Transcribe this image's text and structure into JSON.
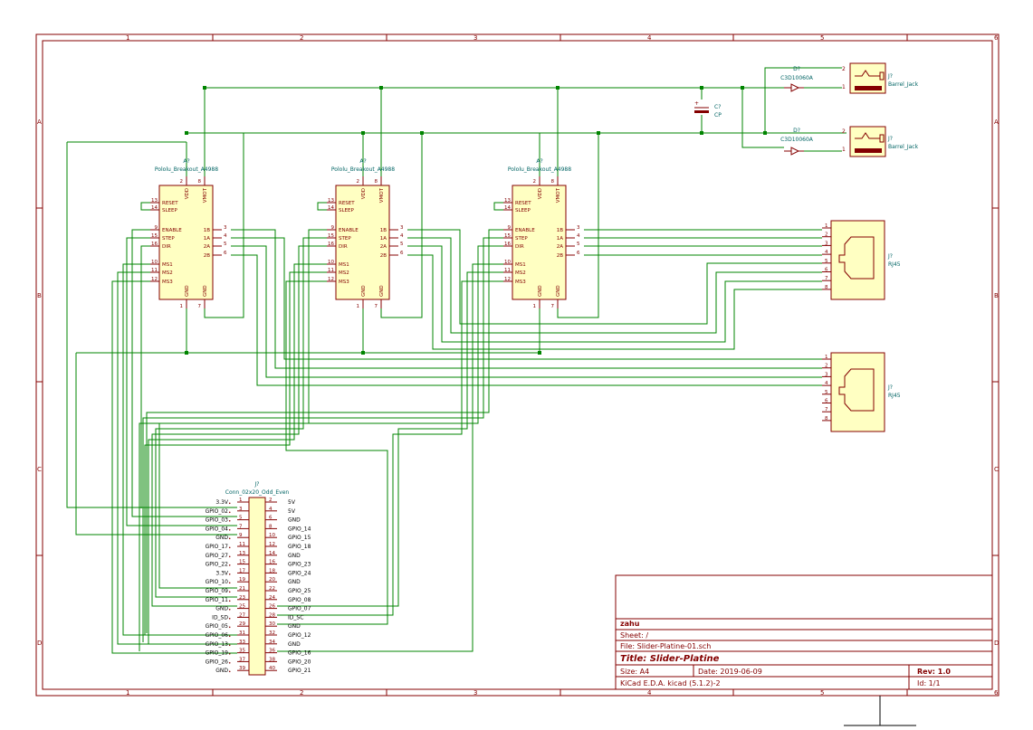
{
  "frame": {
    "columns": [
      "1",
      "2",
      "3",
      "4",
      "5",
      "6"
    ],
    "rows": [
      "A",
      "B",
      "C",
      "D"
    ]
  },
  "drivers": [
    {
      "ref": "A?",
      "value": "Pololu_Breakout_A4988"
    },
    {
      "ref": "A?",
      "value": "Pololu_Breakout_A4988"
    },
    {
      "ref": "A?",
      "value": "Pololu_Breakout_A4988"
    }
  ],
  "driver_pins": {
    "left": [
      {
        "num": "13",
        "name": "RESET"
      },
      {
        "num": "14",
        "name": "SLEEP"
      },
      {
        "num": "9",
        "name": "ENABLE"
      },
      {
        "num": "15",
        "name": "STEP"
      },
      {
        "num": "16",
        "name": "DIR"
      },
      {
        "num": "10",
        "name": "MS1"
      },
      {
        "num": "11",
        "name": "MS2"
      },
      {
        "num": "12",
        "name": "MS3"
      }
    ],
    "right": [
      {
        "num": "3",
        "name": "1B"
      },
      {
        "num": "4",
        "name": "1A"
      },
      {
        "num": "5",
        "name": "2A"
      },
      {
        "num": "6",
        "name": "2B"
      }
    ],
    "top": [
      {
        "num": "2",
        "name": "VDD"
      },
      {
        "num": "8",
        "name": "VMOT"
      }
    ],
    "bottom": [
      {
        "num": "1",
        "name": "GND"
      },
      {
        "num": "7",
        "name": "GND"
      }
    ]
  },
  "diodes": [
    {
      "ref": "D?",
      "value": "C3D10060A"
    },
    {
      "ref": "D?",
      "value": "C3D10060A"
    }
  ],
  "jacks": [
    {
      "ref": "J?",
      "value": "Barrel_Jack",
      "pins": [
        "2",
        "1"
      ]
    },
    {
      "ref": "J?",
      "value": "Barrel_Jack",
      "pins": [
        "2",
        "1"
      ]
    }
  ],
  "capacitor": {
    "ref": "C?",
    "value": "CP"
  },
  "rj45": [
    {
      "ref": "J?",
      "value": "RJ45",
      "pins": [
        "1",
        "2",
        "3",
        "4",
        "5",
        "6",
        "7",
        "8"
      ]
    },
    {
      "ref": "J?",
      "value": "RJ45",
      "pins": [
        "1",
        "2",
        "3",
        "4",
        "5",
        "6",
        "7",
        "8"
      ]
    }
  ],
  "header": {
    "ref": "J?",
    "value": "Conn_02x20_Odd_Even",
    "rows": [
      {
        "lnum": "1",
        "lname": "3.3V",
        "rnum": "2",
        "rname": "5V"
      },
      {
        "lnum": "3",
        "lname": "GPIO_02",
        "rnum": "4",
        "rname": "5V"
      },
      {
        "lnum": "5",
        "lname": "GPIO_03",
        "rnum": "6",
        "rname": "GND"
      },
      {
        "lnum": "7",
        "lname": "GPIO_04",
        "rnum": "8",
        "rname": "GPIO_14"
      },
      {
        "lnum": "9",
        "lname": "GND",
        "rnum": "10",
        "rname": "GPIO_15"
      },
      {
        "lnum": "11",
        "lname": "GPIO_17",
        "rnum": "12",
        "rname": "GPIO_18"
      },
      {
        "lnum": "13",
        "lname": "GPIO_27",
        "rnum": "14",
        "rname": "GND"
      },
      {
        "lnum": "15",
        "lname": "GPIO_22",
        "rnum": "16",
        "rname": "GPIO_23"
      },
      {
        "lnum": "17",
        "lname": "3.3V",
        "rnum": "18",
        "rname": "GPIO_24"
      },
      {
        "lnum": "19",
        "lname": "GPIO_10",
        "rnum": "20",
        "rname": "GND"
      },
      {
        "lnum": "21",
        "lname": "GPIO_09",
        "rnum": "22",
        "rname": "GPIO_25"
      },
      {
        "lnum": "23",
        "lname": "GPIO_11",
        "rnum": "24",
        "rname": "GPIO_08"
      },
      {
        "lnum": "25",
        "lname": "GND",
        "rnum": "26",
        "rname": "GPIO_07"
      },
      {
        "lnum": "27",
        "lname": "ID_SD",
        "rnum": "28",
        "rname": "ID_SC"
      },
      {
        "lnum": "29",
        "lname": "GPIO_05",
        "rnum": "30",
        "rname": "GND"
      },
      {
        "lnum": "31",
        "lname": "GPIO_06",
        "rnum": "32",
        "rname": "GPIO_12"
      },
      {
        "lnum": "33",
        "lname": "GPIO_13",
        "rnum": "34",
        "rname": "GND"
      },
      {
        "lnum": "35",
        "lname": "GPIO_19",
        "rnum": "36",
        "rname": "GPIO_16"
      },
      {
        "lnum": "37",
        "lname": "GPIO_26",
        "rnum": "38",
        "rname": "GPIO_20"
      },
      {
        "lnum": "39",
        "lname": "GND",
        "rnum": "40",
        "rname": "GPIO_21"
      }
    ]
  },
  "titleblock": {
    "company": "zahu",
    "sheet": "Sheet: /",
    "file": "File: Slider-Platine-01.sch",
    "title": "Title: Slider-Platine",
    "size": "Size: A4",
    "date": "Date: 2019-06-09",
    "rev": "Rev: 1.0",
    "tool": "KiCad E.D.A.  kicad (5.1.2)-2",
    "id": "Id: 1/1"
  }
}
